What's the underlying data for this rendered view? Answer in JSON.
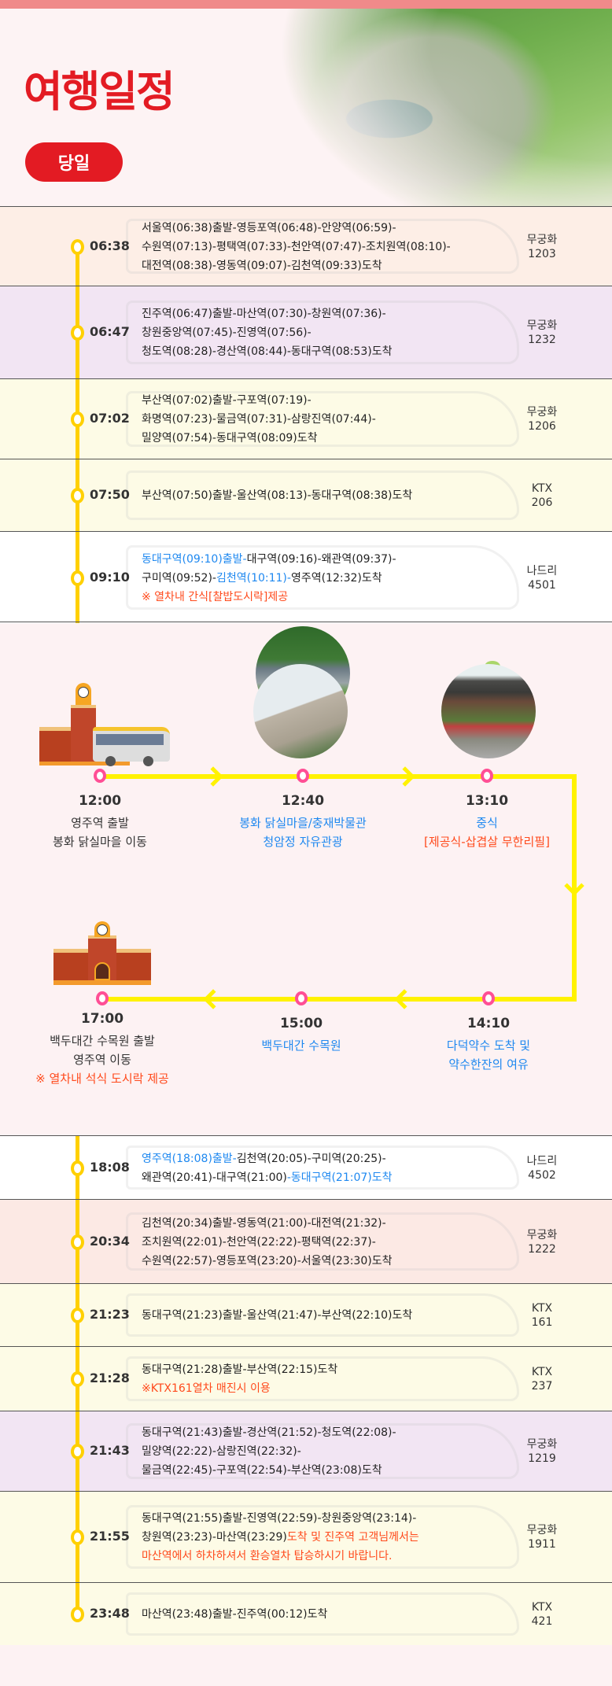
{
  "header": {
    "title": "여행일정",
    "day_button": "당일"
  },
  "colors": {
    "accent": "#e31b23",
    "timeline": "#ffd000",
    "route_line": "#fff200",
    "dot": "#ff4f95",
    "blue": "#1e88f0",
    "red": "#ff4a1c"
  },
  "morning_trains": [
    {
      "time": "06:38",
      "train": [
        "무궁화",
        "1203"
      ],
      "bg": "#fdeee6",
      "lines": [
        [
          {
            "t": "서울역(06:38)출발-영등포역(06:48)-안양역(06:59)-",
            "c": ""
          }
        ],
        [
          {
            "t": "수원역(07:13)-평택역(07:33)-천안역(07:47)-조치원역(08:10)-",
            "c": ""
          }
        ],
        [
          {
            "t": "대전역(08:38)-영동역(09:07)-김천역(09:33)도착",
            "c": ""
          }
        ]
      ]
    },
    {
      "time": "06:47",
      "train": [
        "무궁화",
        "1232"
      ],
      "bg": "#f2e5f3",
      "lines": [
        [
          {
            "t": "진주역(06:47)출발-마산역(07:30)-창원역(07:36)-",
            "c": ""
          }
        ],
        [
          {
            "t": "창원중앙역(07:45)-진영역(07:56)-",
            "c": ""
          }
        ],
        [
          {
            "t": "청도역(08:28)-경산역(08:44)-동대구역(08:53)도착",
            "c": ""
          }
        ]
      ]
    },
    {
      "time": "07:02",
      "train": [
        "무궁화",
        "1206"
      ],
      "bg": "#fdfbe6",
      "lines": [
        [
          {
            "t": "부산역(07:02)출발-구포역(07:19)-",
            "c": ""
          }
        ],
        [
          {
            "t": "화명역(07:23)-물금역(07:31)-삼랑진역(07:44)-",
            "c": ""
          }
        ],
        [
          {
            "t": "밀양역(07:54)-동대구역(08:09)도착",
            "c": ""
          }
        ]
      ]
    },
    {
      "time": "07:50",
      "train": [
        "KTX",
        "206"
      ],
      "bg": "#fdfbe6",
      "lines": [
        [
          {
            "t": "부산역(07:50)출발-울산역(08:13)-동대구역(08:38)도착",
            "c": ""
          }
        ]
      ]
    },
    {
      "time": "09:10",
      "train": [
        "나드리",
        "4501"
      ],
      "bg": "#ffffff",
      "lines": [
        [
          {
            "t": "동대구역(09:10)출발-",
            "c": "blue"
          },
          {
            "t": "대구역(09:16)-왜관역(09:37)-",
            "c": ""
          }
        ],
        [
          {
            "t": "구미역(09:52)-",
            "c": ""
          },
          {
            "t": "김천역(10:11)-",
            "c": "blue"
          },
          {
            "t": "영주역(12:32)도착",
            "c": ""
          }
        ],
        [
          {
            "t": "※ 열차내 간식[찰밥도시락]제공",
            "c": "red"
          }
        ]
      ]
    }
  ],
  "itinerary": [
    {
      "time": "12:00",
      "icon": "station-bus",
      "lines": [
        "영주역 출발",
        "봉화 닭실마을 이동"
      ],
      "c": "dark"
    },
    {
      "time": "12:40",
      "icon": "village-photo",
      "lines": [
        "봉화 닭실마을/충재박물관",
        "청암정 자유관광"
      ],
      "c": "blue"
    },
    {
      "time": "13:10",
      "icon": "meal-table",
      "lines": [
        "중식",
        "[제공식-삽겹살 무한리필]"
      ],
      "c": "blue",
      "c2": "red"
    },
    {
      "time": "14:10",
      "icon": "pavilion-photo",
      "lines": [
        "다덕약수 도착 및",
        "약수한잔의 여유"
      ],
      "c": "blue"
    },
    {
      "time": "15:00",
      "icon": "arboretum-photo",
      "lines": [
        "백두대간 수목원"
      ],
      "c": "blue"
    },
    {
      "time": "17:00",
      "icon": "station",
      "lines": [
        "백두대간 수목원 출발",
        "영주역 이동",
        "※ 열차내 석식 도시락 제공"
      ],
      "c": "dark",
      "c3": "red"
    }
  ],
  "evening_trains": [
    {
      "time": "18:08",
      "train": [
        "나드리",
        "4502"
      ],
      "bg": "#ffffff",
      "lines": [
        [
          {
            "t": "영주역(18:08)출발-",
            "c": "blue"
          },
          {
            "t": "김천역(20:05)-구미역(20:25)-",
            "c": ""
          }
        ],
        [
          {
            "t": "왜관역(20:41)-대구역(21:00)",
            "c": ""
          },
          {
            "t": "-동대구역(21:07)도착",
            "c": "blue"
          }
        ]
      ]
    },
    {
      "time": "20:34",
      "train": [
        "무궁화",
        "1222"
      ],
      "bg": "#fce9e4",
      "lines": [
        [
          {
            "t": "김천역(20:34)출발-영동역(21:00)-대전역(21:32)-",
            "c": ""
          }
        ],
        [
          {
            "t": "조치원역(22:01)-천안역(22:22)-평택역(22:37)-",
            "c": ""
          }
        ],
        [
          {
            "t": "수원역(22:57)-영등포역(23:20)-서울역(23:30)도착",
            "c": ""
          }
        ]
      ]
    },
    {
      "time": "21:23",
      "train": [
        "KTX",
        "161"
      ],
      "bg": "#fdfbe6",
      "lines": [
        [
          {
            "t": "동대구역(21:23)출발-울산역(21:47)-부산역(22:10)도착",
            "c": ""
          }
        ]
      ]
    },
    {
      "time": "21:28",
      "train": [
        "KTX",
        "237"
      ],
      "bg": "#fdfbe6",
      "lines": [
        [
          {
            "t": "동대구역(21:28)출발-부산역(22:15)도착",
            "c": ""
          }
        ],
        [
          {
            "t": "※KTX161열차 매진시 이용",
            "c": "red"
          }
        ]
      ]
    },
    {
      "time": "21:43",
      "train": [
        "무궁화",
        "1219"
      ],
      "bg": "#f2e5f3",
      "lines": [
        [
          {
            "t": "동대구역(21:43)출발-경산역(21:52)-청도역(22:08)-",
            "c": ""
          }
        ],
        [
          {
            "t": "밀양역(22:22)-삼랑진역(22:32)-",
            "c": ""
          }
        ],
        [
          {
            "t": "물금역(22:45)-구포역(22:54)-부산역(23:08)도착",
            "c": ""
          }
        ]
      ]
    },
    {
      "time": "21:55",
      "train": [
        "무궁화",
        "1911"
      ],
      "bg": "#fdfbe6",
      "lines": [
        [
          {
            "t": "동대구역(21:55)출발-진영역(22:59)-창원중앙역(23:14)-",
            "c": ""
          }
        ],
        [
          {
            "t": "창원역(23:23)-마산역(23:29)",
            "c": ""
          },
          {
            "t": "도착 및 진주역 고객님께서는",
            "c": "red"
          }
        ],
        [
          {
            "t": "마산역에서 하차하셔서 환승열차 탑승하시기 바랍니다.",
            "c": "red"
          }
        ]
      ]
    },
    {
      "time": "23:48",
      "train": [
        "KTX",
        "421"
      ],
      "bg": "#fdfbe6",
      "lines": [
        [
          {
            "t": "마산역(23:48)출발-진주역(00:12)도착",
            "c": ""
          }
        ]
      ]
    }
  ]
}
